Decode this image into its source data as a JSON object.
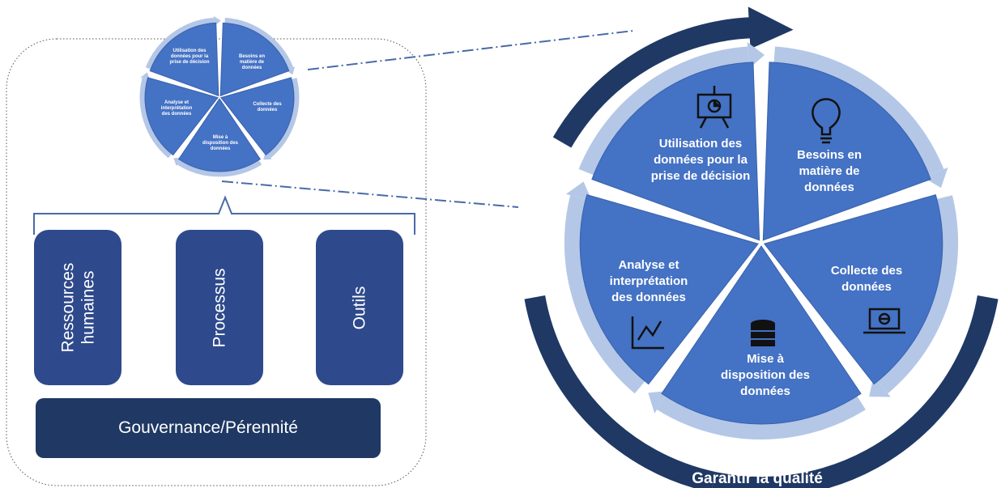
{
  "colors": {
    "dark_navy": "#1f3864",
    "column_blue": "#2e4a8c",
    "segment_blue": "#4472c4",
    "light_arrow": "#b4c7e7",
    "connector": "#4a6aa8"
  },
  "cycle": {
    "caption": "Garantir la qualité",
    "segments": [
      {
        "label": "Besoins en\nmatière de\ndonnées",
        "icon": "lightbulb-icon"
      },
      {
        "label": "Collecte des\ndonnées",
        "icon": "laptop-globe-icon"
      },
      {
        "label": "Mise à\ndisposition des\ndonnées",
        "icon": "database-icon"
      },
      {
        "label": "Analyse et\ninterprétation\ndes données",
        "icon": "line-chart-icon"
      },
      {
        "label": "Utilisation des\ndonnées pour la\nprise de décision",
        "icon": "presentation-board-icon"
      }
    ]
  },
  "small_cycle": {
    "segments": [
      {
        "label": "Besoins en\nmatière de\ndonnées"
      },
      {
        "label": "Collecte des\ndonnées"
      },
      {
        "label": "Mise à\ndisposition des\ndonnées"
      },
      {
        "label": "Analyse et\ninterprétation\ndes données"
      },
      {
        "label": "Utilisation des\ndonnées pour la\nprise de décision"
      }
    ]
  },
  "pillars": {
    "columns": [
      {
        "label": "Ressources\nhumaines"
      },
      {
        "label": "Processus"
      },
      {
        "label": "Outils"
      }
    ],
    "base": "Gouvernance/Pérennité"
  }
}
